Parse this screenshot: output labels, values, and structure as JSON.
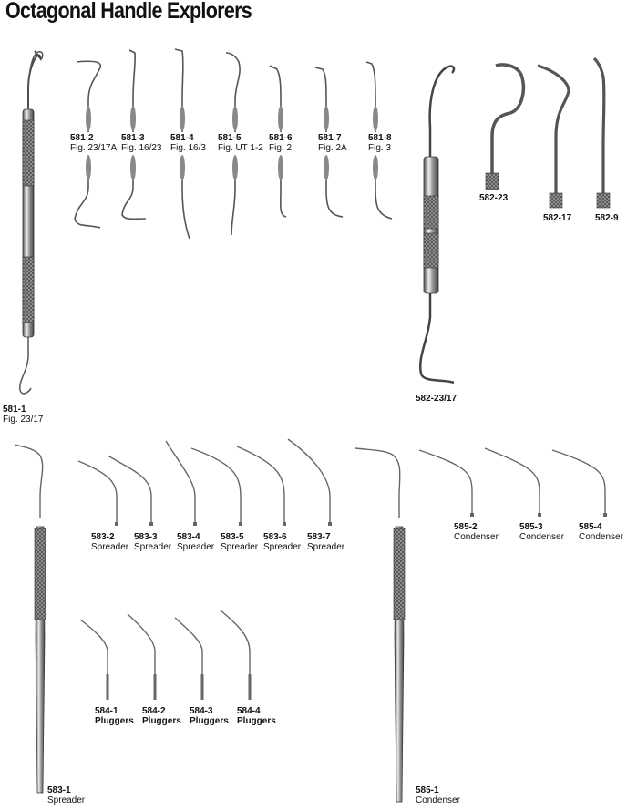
{
  "title": "Octagonal Handle Explorers",
  "instruments": {
    "i581_1": {
      "code": "581-1",
      "sub": "Fig. 23/17"
    },
    "i581_2": {
      "code": "581-2",
      "sub": "Fig. 23/17A"
    },
    "i581_3": {
      "code": "581-3",
      "sub": "Fig. 16/23"
    },
    "i581_4": {
      "code": "581-4",
      "sub": "Fig. 16/3"
    },
    "i581_5": {
      "code": "581-5",
      "sub": "Fig. UT 1-2"
    },
    "i581_6": {
      "code": "581-6",
      "sub": "Fig. 2"
    },
    "i581_7": {
      "code": "581-7",
      "sub": "Fig. 2A"
    },
    "i581_8": {
      "code": "581-8",
      "sub": "Fig. 3"
    },
    "i582_23_17": {
      "code": "582-23/17"
    },
    "i582_23": {
      "code": "582-23"
    },
    "i582_17": {
      "code": "582-17"
    },
    "i582_9": {
      "code": "582-9"
    },
    "i583_1": {
      "code": "583-1",
      "sub": "Spreader"
    },
    "i583_2": {
      "code": "583-2",
      "sub": "Spreader"
    },
    "i583_3": {
      "code": "583-3",
      "sub": "Spreader"
    },
    "i583_4": {
      "code": "583-4",
      "sub": "Spreader"
    },
    "i583_5": {
      "code": "583-5",
      "sub": "Spreader"
    },
    "i583_6": {
      "code": "583-6",
      "sub": "Spreader"
    },
    "i583_7": {
      "code": "583-7",
      "sub": "Spreader"
    },
    "i584_1": {
      "code": "584-1",
      "sub": "Pluggers"
    },
    "i584_2": {
      "code": "584-2",
      "sub": "Pluggers"
    },
    "i584_3": {
      "code": "584-3",
      "sub": "Pluggers"
    },
    "i584_4": {
      "code": "584-4",
      "sub": "Pluggers"
    },
    "i585_1": {
      "code": "585-1",
      "sub": "Condenser"
    },
    "i585_2": {
      "code": "585-2",
      "sub": "Condenser"
    },
    "i585_3": {
      "code": "585-3",
      "sub": "Condenser"
    },
    "i585_4": {
      "code": "585-4",
      "sub": "Condenser"
    }
  }
}
